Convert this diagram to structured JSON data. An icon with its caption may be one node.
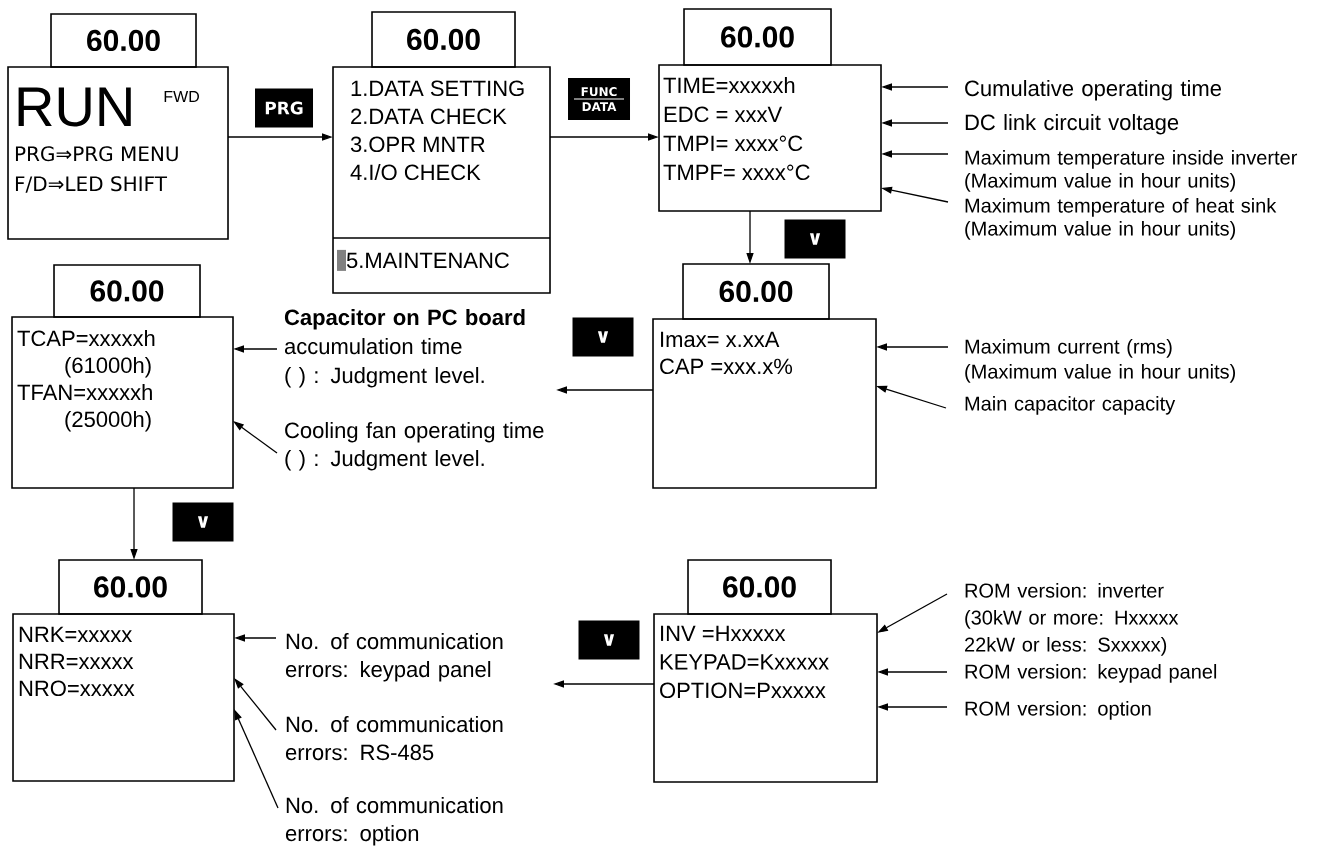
{
  "diagram": {
    "nodes": [
      {
        "text": [
          "60.00"
        ]
      },
      {
        "text": [
          "RUN",
          "FWD",
          "PRG⇒PRG MENU",
          "F/D⇒LED SHIFT"
        ]
      },
      {
        "text": [
          "60.00"
        ]
      },
      {
        "text": [
          "1.DATA SETTING",
          "2.DATA CHECK",
          "3.OPR MNTR",
          "4.I/O CHECK",
          "5.MAINTENANC"
        ]
      },
      {
        "text": [
          "60.00"
        ]
      },
      {
        "text": [
          "TIME=xxxxxh",
          "EDC = xxxV",
          "TMPI= xxxx°C",
          "TMPF= xxxx°C"
        ]
      },
      {
        "text": [
          "Cumulative operating time"
        ]
      },
      {
        "text": [
          "DC link circuit voltage"
        ]
      },
      {
        "text": [
          "Maximum temperature inside inverter",
          "(Maximum value in hour units)"
        ]
      },
      {
        "text": [
          "Maximum temperature of heat sink",
          "(Maximum value in hour units)"
        ]
      },
      {
        "text": [
          "60.00"
        ]
      },
      {
        "text": [
          "TCAP=xxxxxh",
          "(61000h)",
          "TFAN=xxxxxh",
          "(25000h)"
        ]
      },
      {
        "text": [
          "**Capacitor on PC board** accumulation time",
          "( ) : Judgment level."
        ]
      },
      {
        "text": [
          "Cooling fan operating time",
          "( ) : Judgment level."
        ]
      },
      {
        "text": [
          "60.00"
        ]
      },
      {
        "text": [
          "Imax= x.xxA",
          "CAP =xxx.x%"
        ]
      },
      {
        "text": [
          "Maximum current (rms)",
          "(Maximum value in hour units)"
        ]
      },
      {
        "text": [
          "Main capacitor capacity"
        ]
      },
      {
        "text": [
          "60.00"
        ]
      },
      {
        "text": [
          "NRK=xxxxx",
          "NRR=xxxxx",
          "NRO=xxxxx"
        ]
      },
      {
        "text": [
          "No. of communication errors: keypad panel"
        ]
      },
      {
        "text": [
          "No. of communication errors: RS-485"
        ]
      },
      {
        "text": [
          "No. of communication errors: option"
        ]
      },
      {
        "text": [
          "60.00"
        ]
      },
      {
        "text": [
          "INV =Hxxxxx",
          "KEYPAD=Kxxxxx",
          "OPTION=Pxxxxx"
        ]
      },
      {
        "text": [
          "ROM version: inverter",
          "(30kW or more: Hxxxxx 22kW or less: Sxxxxx)"
        ]
      },
      {
        "text": [
          "ROM version: keypad panel"
        ]
      },
      {
        "text": [
          "ROM version: option"
        ]
      }
    ],
    "edges": [
      {
        "from": 1,
        "to": 3,
        "arrow": "to",
        "label": "PRG"
      },
      {
        "from": 3,
        "to": 5,
        "arrow": "to",
        "label": "FUNC DATA"
      },
      {
        "from": 5,
        "to": 14,
        "arrow": "to",
        "label": "∨"
      },
      {
        "from": 6,
        "to": 5,
        "arrow": "to"
      },
      {
        "from": 7,
        "to": 5,
        "arrow": "to"
      },
      {
        "from": 8,
        "to": 5,
        "arrow": "to"
      },
      {
        "from": 9,
        "to": 5,
        "arrow": "to"
      },
      {
        "from": 15,
        "to": null,
        "arrow": "to",
        "label": "∨"
      },
      {
        "from": 16,
        "to": 15,
        "arrow": "to"
      },
      {
        "from": 17,
        "to": 15,
        "arrow": "to"
      },
      {
        "from": 12,
        "to": 11,
        "arrow": "to"
      },
      {
        "from": 13,
        "to": 11,
        "arrow": "to"
      },
      {
        "from": 11,
        "to": 18,
        "arrow": "to",
        "label": "∨"
      },
      {
        "from": 24,
        "to": null,
        "arrow": "to",
        "label": "∨"
      },
      {
        "from": 20,
        "to": 19,
        "arrow": "to"
      },
      {
        "from": 21,
        "to": 19,
        "arrow": "to"
      },
      {
        "from": 22,
        "to": 19,
        "arrow": "to"
      },
      {
        "from": 25,
        "to": 24,
        "arrow": "to"
      },
      {
        "from": 26,
        "to": 24,
        "arrow": "to"
      },
      {
        "from": 27,
        "to": 24,
        "arrow": "to"
      }
    ]
  }
}
